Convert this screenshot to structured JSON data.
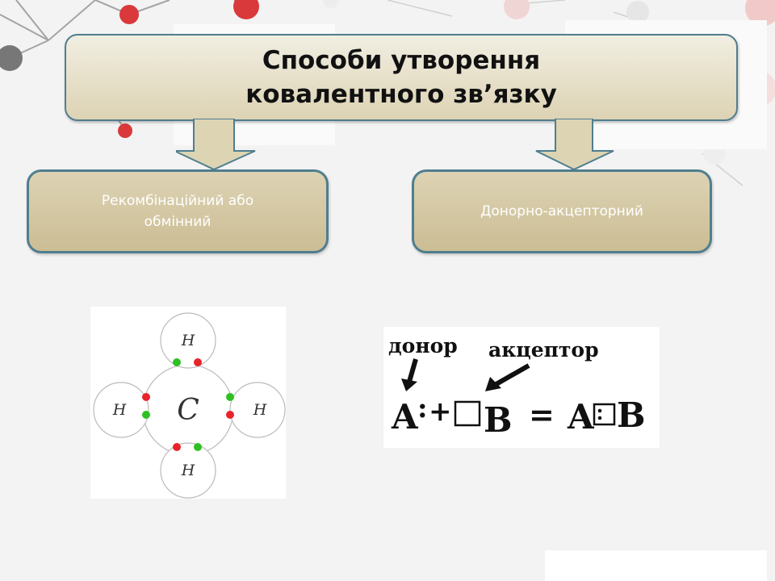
{
  "title": {
    "line1": "Способи утворення",
    "line2": "ковалентного зв’язку"
  },
  "methods": [
    {
      "line1": "Рекомбінаційний або",
      "line2": "обмінний"
    },
    {
      "line1": "Донорно-акцепторний"
    }
  ],
  "methane_diagram": {
    "center_atom": "C",
    "outer_atoms": [
      "H",
      "H",
      "H",
      "H"
    ],
    "colors": {
      "electron_a": "#e8232a",
      "electron_b": "#2ec022",
      "circle_stroke": "#bbbbbb"
    }
  },
  "donor_acceptor": {
    "donor_label": "донор",
    "acceptor_label": "акцептор",
    "left_atom": "A",
    "electron_pair": ":",
    "plus": "+",
    "right_atom": "B",
    "equals": "=",
    "product_left": "A",
    "product_right": "B"
  },
  "colors": {
    "box_border": "#4f7e8f",
    "box_fill_top": "#f1eee2",
    "box_fill_bottom": "#cbbd94",
    "arrow_fill": "#ddd4b3",
    "molecule_red": "#d9393b",
    "molecule_grey": "#7a7a7a"
  }
}
